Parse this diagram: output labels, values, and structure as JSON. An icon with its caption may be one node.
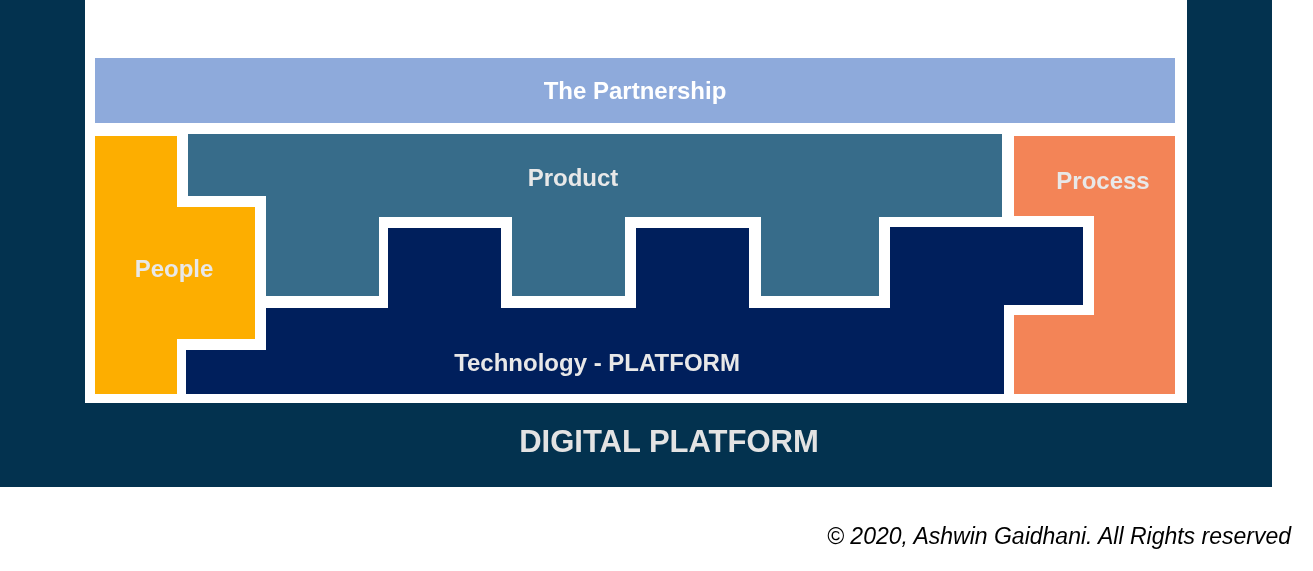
{
  "diagram": {
    "nodes": [
      {
        "text": [
          "DIGITAL PLATFORM"
        ]
      },
      {
        "text": [
          "The Partnership"
        ],
        "in": 0
      },
      {
        "text": [
          "Product"
        ],
        "in": 0
      },
      {
        "text": [
          "Process"
        ],
        "in": 0
      },
      {
        "text": [
          "People"
        ],
        "in": 0
      },
      {
        "text": [
          "Technology - PLATFORM"
        ],
        "in": 0
      }
    ],
    "labels": [
      "© 2020, Ashwin Gaidhani. All Rights reserved"
    ]
  }
}
